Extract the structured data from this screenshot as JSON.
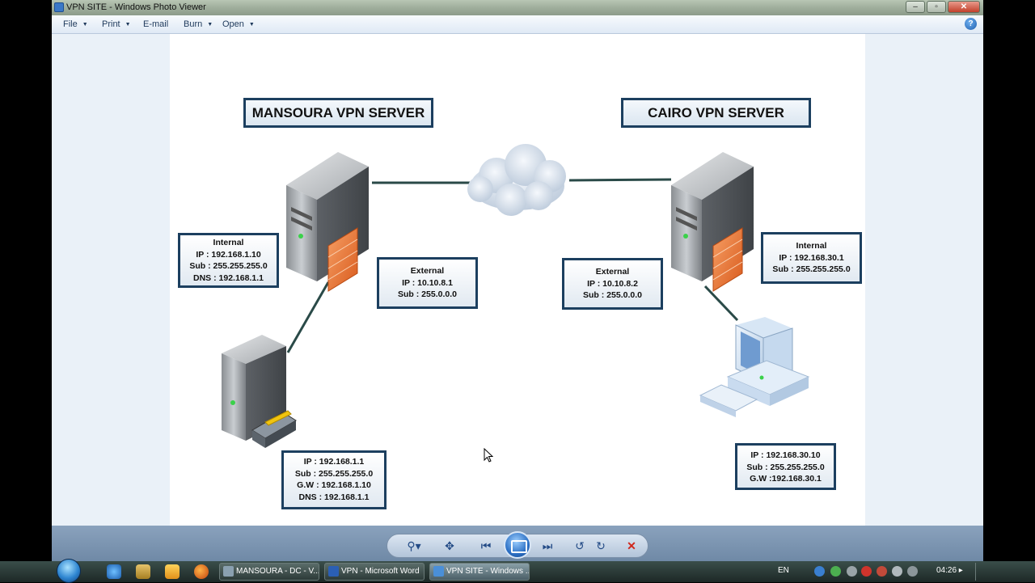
{
  "window": {
    "title": "VPN SITE - Windows Photo Viewer",
    "controls": {
      "minimize": "‒",
      "maximize": "▫",
      "close": "✕"
    }
  },
  "menu": {
    "file": "File",
    "print": "Print",
    "email": "E-mail",
    "burn": "Burn",
    "open": "Open",
    "caret": "▼",
    "help": "?"
  },
  "diagram": {
    "left": {
      "title": "MANSOURA VPN SERVER",
      "internal": {
        "heading": "Internal",
        "ip": "IP : 192.168.1.10",
        "sub": "Sub : 255.255.255.0",
        "dns": "DNS : 192.168.1.1"
      },
      "external": {
        "heading": "External",
        "ip": "IP : 10.10.8.1",
        "sub": "Sub : 255.0.0.0"
      },
      "client": {
        "ip": "IP : 192.168.1.1",
        "sub": "Sub : 255.255.255.0",
        "gw": "G.W : 192.168.1.10",
        "dns": "DNS : 192.168.1.1"
      }
    },
    "right": {
      "title": "CAIRO VPN SERVER",
      "internal": {
        "heading": "Internal",
        "ip": "IP : 192.168.30.1",
        "sub": "Sub : 255.255.255.0"
      },
      "external": {
        "heading": "External",
        "ip": "IP : 10.10.8.2",
        "sub": "Sub : 255.0.0.0"
      },
      "client": {
        "ip": "IP : 192.168.30.10",
        "sub": "Sub : 255.255.255.0",
        "gw": "G.W :192.168.30.1"
      }
    }
  },
  "controls": {
    "zoom": "⚲▾",
    "actual_size": "✥",
    "previous": "⏮",
    "next": "⏭",
    "rotate_ccw": "↺",
    "rotate_cw": "↻",
    "delete": "✕"
  },
  "taskbar": {
    "tasks": [
      {
        "label": "MANSOURA - DC - V..."
      },
      {
        "label": "VPN - Microsoft Word"
      },
      {
        "label": "VPN SITE - Windows ..."
      }
    ],
    "language": "EN",
    "clock": "04:26 ▸"
  },
  "colors": {
    "box_border": "#1c3f5f",
    "firewall": "#e8702a",
    "link_line": "#2a4a48"
  }
}
